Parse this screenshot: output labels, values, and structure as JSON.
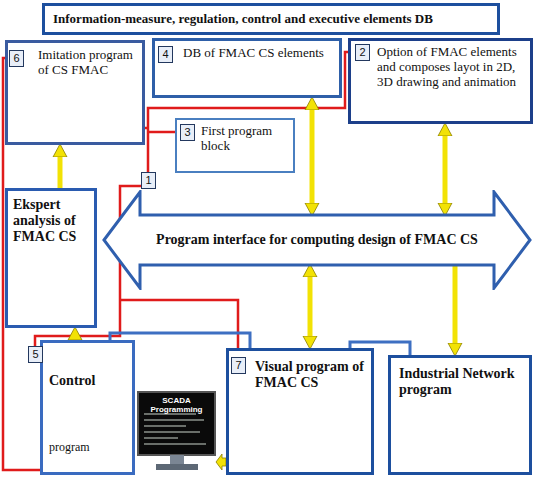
{
  "diagram": {
    "nodes": [
      {
        "text": [
          "Information-measure, regulation, control and executive elements DB"
        ]
      },
      {
        "text": [
          "Imitation program of CS FMAC"
        ]
      },
      {
        "text": [
          "DB of FMAC CS elements"
        ]
      },
      {
        "text": [
          "Option of FMAC elements and composes layot in 2D, 3D drawing and animation"
        ]
      },
      {
        "text": [
          "First program block"
        ]
      },
      {
        "text": [
          "Program interface for computing design of FMAC CS"
        ]
      },
      {
        "text": [
          "Ekspert analysis of FMAC CS"
        ]
      },
      {
        "text": [
          "Control",
          "program"
        ]
      },
      {
        "text": [
          "Visual program of FMAC CS"
        ]
      },
      {
        "text": [
          "Industrial Network program"
        ]
      }
    ],
    "edges": [
      {
        "from": 2,
        "to": 5,
        "arrow": "both"
      },
      {
        "from": 3,
        "to": 5,
        "arrow": "both"
      },
      {
        "from": 5,
        "to": 8,
        "arrow": "both"
      },
      {
        "from": 5,
        "to": 9,
        "arrow": "to"
      },
      {
        "from": 6,
        "to": 1,
        "arrow": "to"
      },
      {
        "from": 7,
        "to": 6,
        "arrow": "to"
      },
      {
        "from": 7,
        "to": 8,
        "arrow": "none"
      },
      {
        "from": 8,
        "to": 9,
        "arrow": "none"
      }
    ],
    "labels": [
      "6",
      "4",
      "2",
      "3",
      "1",
      "5",
      "7",
      "SCADA Programming"
    ]
  }
}
